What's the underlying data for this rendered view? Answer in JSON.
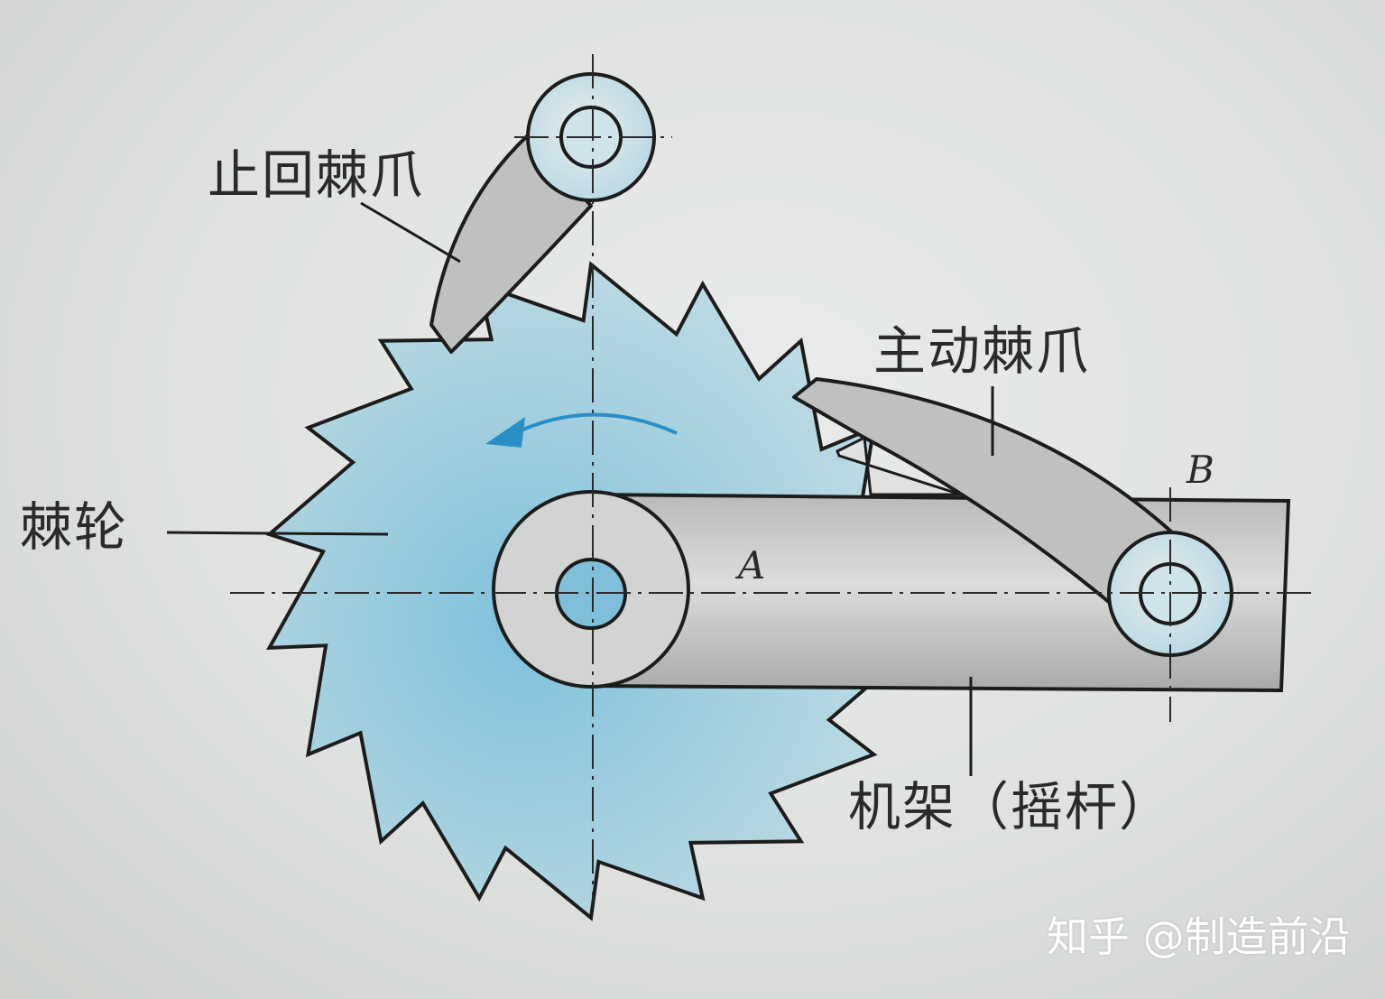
{
  "labels": {
    "check_pawl": "止回棘爪",
    "driving_pawl": "主动棘爪",
    "ratchet_wheel": "棘轮",
    "frame": "机架（摇杆）",
    "point_a": "A",
    "point_b": "B"
  },
  "watermark": "知乎 @制造前沿",
  "colors": {
    "ratchet_fill": "#a9d2df",
    "part_fill": "#c2c4c2",
    "outline": "#1c1c1c",
    "arrow": "#2a8fc7",
    "background": "#e2e5e2"
  },
  "ratchet": {
    "teeth": 18,
    "rotation_arrow": "counterclockwise"
  }
}
